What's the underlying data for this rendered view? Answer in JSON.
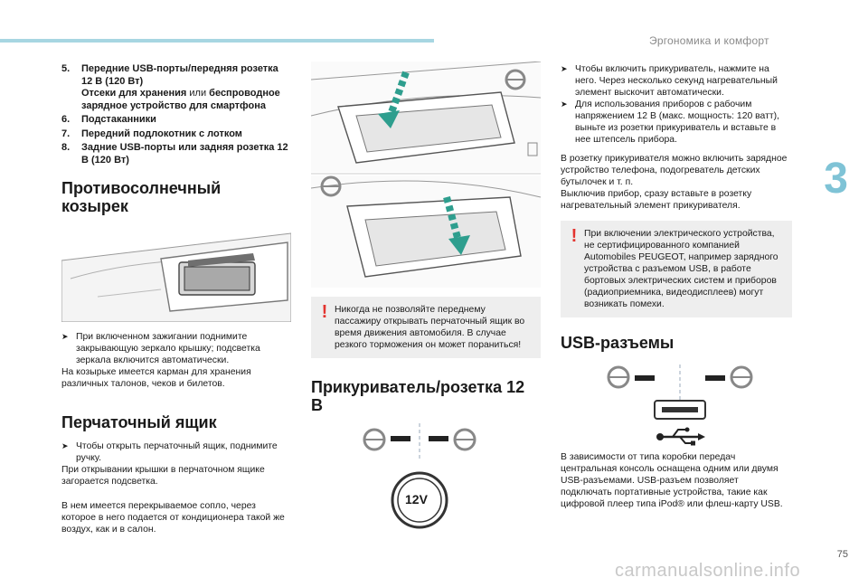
{
  "header": {
    "section_title": "Эргономика и комфорт",
    "chapter": "3",
    "page_number": "75"
  },
  "watermark": "carmanualsonline.info",
  "col1": {
    "list": [
      {
        "n": "5.",
        "title": "Передние USB-порты/передняя розетка 12 В (120 Вт)",
        "sub_bold1": "Отсеки для хранения",
        "sub_light": " или ",
        "sub_bold2": "беспроводное зарядное устройство для смартфона"
      },
      {
        "n": "6.",
        "title": "Подстаканники"
      },
      {
        "n": "7.",
        "title": "Передний подлокотник с лотком"
      },
      {
        "n": "8.",
        "title": "Задние USB-порты или задняя розетка 12 В (120 Вт)"
      }
    ],
    "sunvisor_heading": "Противосолнечный козырек",
    "sunvisor_bullet": "При включенном зажигании поднимите закрывающую зеркало крышку; подсветка зеркала включится автоматически.",
    "sunvisor_text": "На козырьке имеется карман для хранения различных талонов, чеков и билетов.",
    "glove_heading": "Перчаточный ящик",
    "glove_bullet": "Чтобы открыть перчаточный ящик, поднимите ручку.",
    "glove_text1": "При открывании крышки в перчаточном ящике загорается подсветка.",
    "glove_text2": "В нем имеется перекрываемое сопло, через которое в него подается от кондиционера такой же воздух, как и в салон."
  },
  "col2": {
    "warning": "Никогда не позволяйте переднему пассажиру открывать перчаточный ящик во время движения автомобиля. В случае резкого торможения он может пораниться!",
    "heading": "Прикуриватель/розетка 12 В",
    "socket_label": "12V"
  },
  "col3": {
    "bullet1": "Чтобы включить прикуриватель, нажмите на него. Через несколько секунд нагревательный элемент выскочит автоматически.",
    "bullet2": "Для использования приборов с рабочим напряжением 12 В (макс. мощность: 120 ватт), выньте из розетки прикуриватель и вставьте в нее штепсель прибора.",
    "text1": "В розетку прикуривателя можно включить зарядное устройство телефона, подогреватель детских бутылочек и т. п.",
    "text2": "Выключив прибор, сразу вставьте в розетку нагревательный элемент прикуривателя.",
    "warning": "При включении электрического устройства, не сертифицированного компанией Automobiles PEUGEOT, например зарядного устройства с разъемом USB, в работе бортовых электрических систем и приборов (радиоприемника, видеодисплеев) могут возникать помехи.",
    "heading": "USB-разъемы",
    "usb_text": "В зависимости от типа коробки передач центральная консоль оснащена одним или двумя USB-разъемами. USB-разъем позволяет подключать портативные устройства, такие как цифровой плеер типа iPod® или флеш-карту USB."
  },
  "icons": {
    "bullet": "arrow-bullet-icon",
    "warning": "exclamation-icon",
    "usb": "usb-icon",
    "steering": "steering-wheel-icon"
  },
  "colors": {
    "accent": "#7fc3d6",
    "topbar": "#a7d6e2",
    "warning_mark": "#e3342f",
    "arrow_green": "#2e9e8e"
  }
}
